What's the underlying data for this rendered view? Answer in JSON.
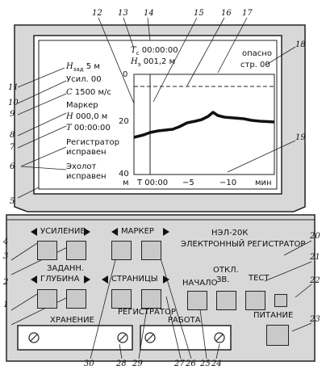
{
  "screen": {
    "header": {
      "tc": "T",
      "tc_sub": "c",
      "tc_value": "00:00:00",
      "hv": "H",
      "hv_sub": "э",
      "hv_value": "001,2 м",
      "alarm": "опасно",
      "page": "стр. 00"
    },
    "left": {
      "hzad_label": "H",
      "hzad_sub": "зад",
      "hzad_value": "5 м",
      "gain": "Усил. 00",
      "speed_var": "C",
      "speed_value": "1500 м/с",
      "marker": "Маркер",
      "marker_h_var": "H",
      "marker_h_value": "000,0 м",
      "marker_t_var": "T",
      "marker_t_value": "00:00:00",
      "registrator_1": "Регистратор",
      "registrator_2": "исправен",
      "echo_1": "Эхолот",
      "echo_2": "исправен"
    },
    "plot": {
      "y_ticks": [
        "0",
        "20",
        "40"
      ],
      "y_unit": "м",
      "x_ticks": [
        "T 00:00",
        "−5",
        "−10"
      ],
      "x_unit": "мин"
    }
  },
  "controls": {
    "gain_label": "УСИЛЕНИЕ",
    "marker_label": "МАРКЕР",
    "model": "НЭЛ-20К",
    "device_title": "ЭЛЕКТРОННЫЙ РЕГИСТРАТОР",
    "depth_label_1": "ЗАДАНН.",
    "depth_label_2": "ГЛУБИНА",
    "pages_label": "СТРАНИЦЫ",
    "start_label": "НАЧАЛО",
    "sound_off_1": "ОТКЛ.",
    "sound_off_2": "ЗВ.",
    "test_label": "ТЕСТ",
    "registrator_label": "РЕГИСТРАТОР",
    "storage_label": "ХРАНЕНИЕ",
    "work_label": "РАБОТА",
    "power_label": "ПИТАНИЕ"
  },
  "callouts": [
    "1",
    "2",
    "3",
    "4",
    "5",
    "6",
    "7",
    "8",
    "9",
    "10",
    "11",
    "12",
    "13",
    "14",
    "15",
    "16",
    "17",
    "18",
    "19",
    "20",
    "21",
    "22",
    "23",
    "24",
    "25",
    "26",
    "27",
    "28",
    "29",
    "30"
  ]
}
